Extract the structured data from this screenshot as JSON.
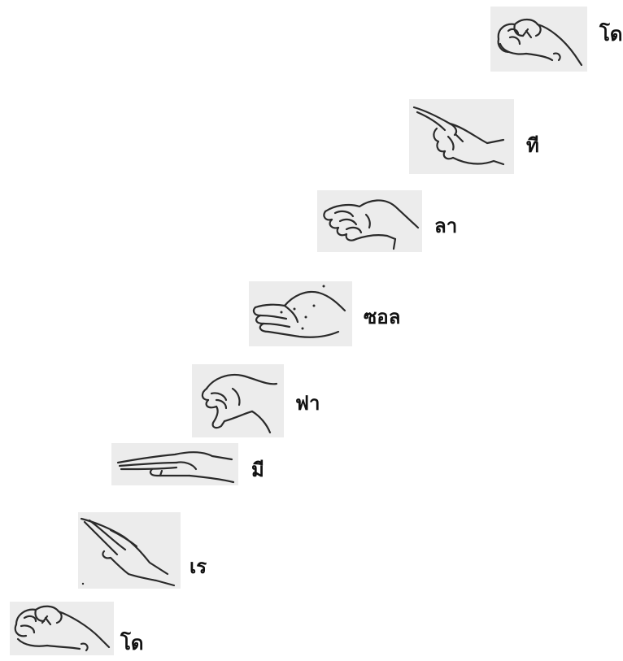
{
  "steps": [
    {
      "order": 1,
      "label": "โด",
      "icon": "fist-hand-icon"
    },
    {
      "order": 2,
      "label": "ที",
      "icon": "pointing-hand-icon"
    },
    {
      "order": 3,
      "label": "ลา",
      "icon": "curled-fingers-hand-icon"
    },
    {
      "order": 4,
      "label": "ซอล",
      "icon": "flat-palm-hand-icon"
    },
    {
      "order": 5,
      "label": "ฟา",
      "icon": "thumb-down-hand-icon"
    },
    {
      "order": 6,
      "label": "มี",
      "icon": "horizontal-hand-icon"
    },
    {
      "order": 7,
      "label": "เร",
      "icon": "angled-hand-icon"
    },
    {
      "order": 8,
      "label": "โด",
      "icon": "fist-hand-icon"
    }
  ]
}
